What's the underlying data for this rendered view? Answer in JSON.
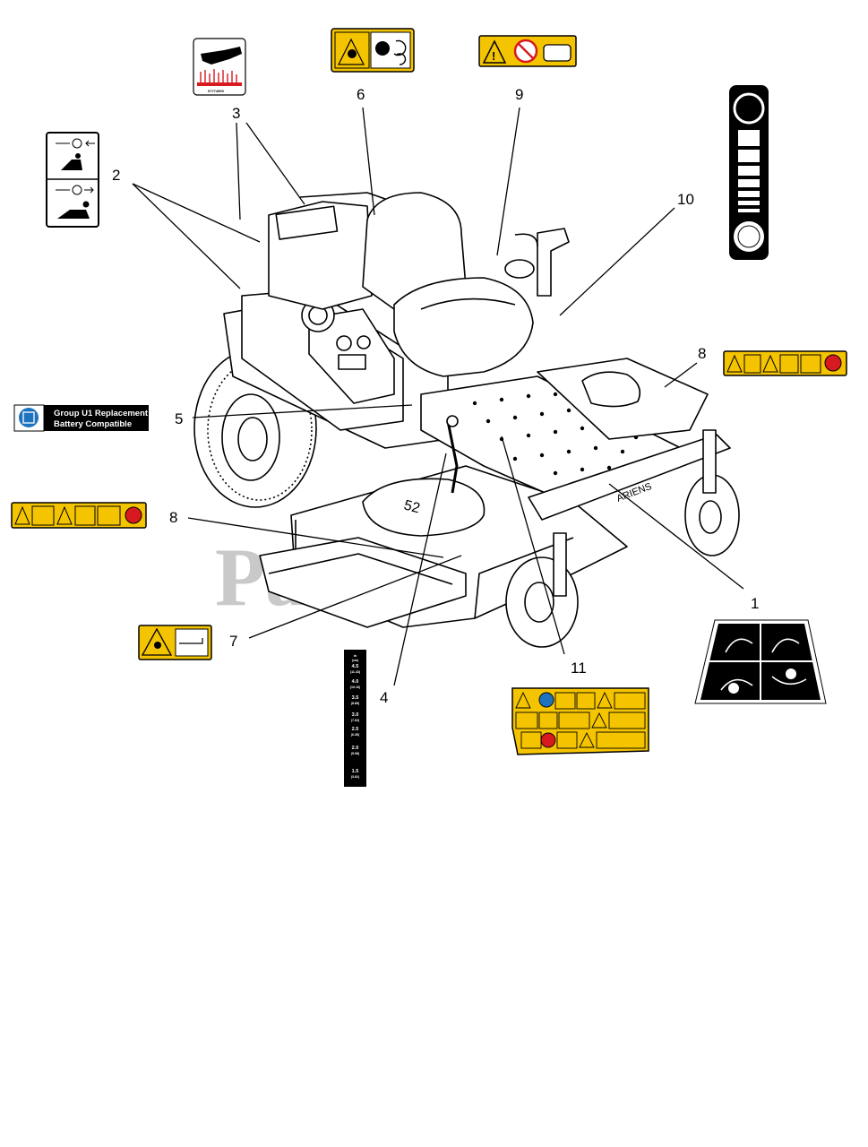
{
  "callouts": {
    "c1": "1",
    "c2": "2",
    "c3": "3",
    "c4": "4",
    "c5": "5",
    "c6": "6",
    "c7": "7",
    "c8a": "8",
    "c8b": "8",
    "c9": "9",
    "c10": "10",
    "c11": "11"
  },
  "battery_decal": {
    "line1": "Group U1 Replacement",
    "line2": "Battery Compatible"
  },
  "hot_decal_code": "07774900",
  "height_decal": {
    "unit": "in",
    "unit_alt": "(cm)",
    "rows": [
      {
        "in": "4.5",
        "cm": "(11.43)"
      },
      {
        "in": "4.0",
        "cm": "(10.16)"
      },
      {
        "in": "3.5",
        "cm": "(8.89)"
      },
      {
        "in": "3.0",
        "cm": "(7.62)"
      },
      {
        "in": "2.5",
        "cm": "(6.35)"
      },
      {
        "in": "2.0",
        "cm": "(5.08)"
      },
      {
        "in": "1.5",
        "cm": "(3.81)"
      }
    ]
  },
  "deck_size": "52",
  "brand": "ARIENS",
  "watermark": "PartsTree",
  "colors": {
    "decal_yellow": "#f5c400",
    "battery_blue": "#1e73be",
    "hot_red": "#d71920"
  }
}
